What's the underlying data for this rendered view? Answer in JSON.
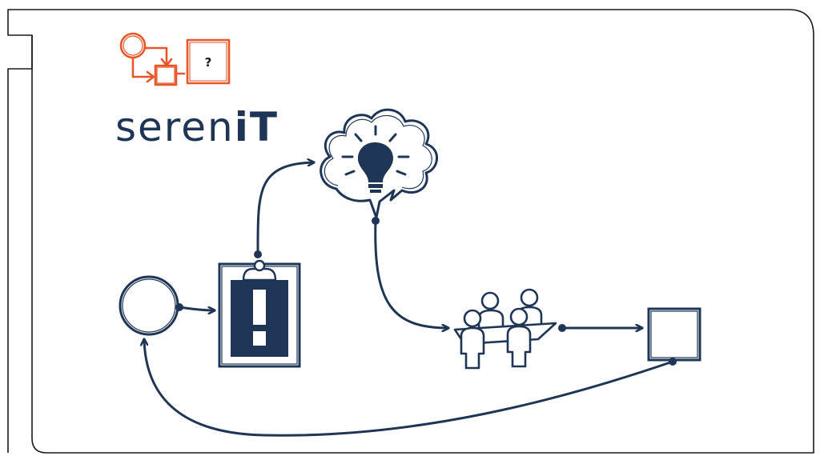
{
  "brand": {
    "name_prefix": "seren",
    "name_i": "i",
    "name_t": "T",
    "icon_names": [
      "process-cycle-icon",
      "question-box-icon"
    ]
  },
  "logo": {
    "question_mark": "?"
  },
  "colors": {
    "navy": "#1f3556",
    "orange": "#e8572a",
    "ink": "#1a1a1a"
  },
  "diagram": {
    "type": "process-flow",
    "nodes": [
      {
        "id": "start",
        "kind": "circle",
        "icon": "start-circle-icon"
      },
      {
        "id": "alert",
        "kind": "clipboard",
        "icon": "clipboard-alert-icon"
      },
      {
        "id": "idea",
        "kind": "cloud",
        "icon": "lightbulb-cloud-icon"
      },
      {
        "id": "meeting",
        "kind": "people",
        "icon": "meeting-people-icon"
      },
      {
        "id": "end",
        "kind": "square",
        "icon": "end-square-icon"
      }
    ],
    "edges": [
      {
        "from": "start",
        "to": "alert"
      },
      {
        "from": "alert",
        "to": "idea"
      },
      {
        "from": "idea",
        "to": "meeting"
      },
      {
        "from": "meeting",
        "to": "end"
      },
      {
        "from": "end",
        "to": "start"
      }
    ]
  }
}
